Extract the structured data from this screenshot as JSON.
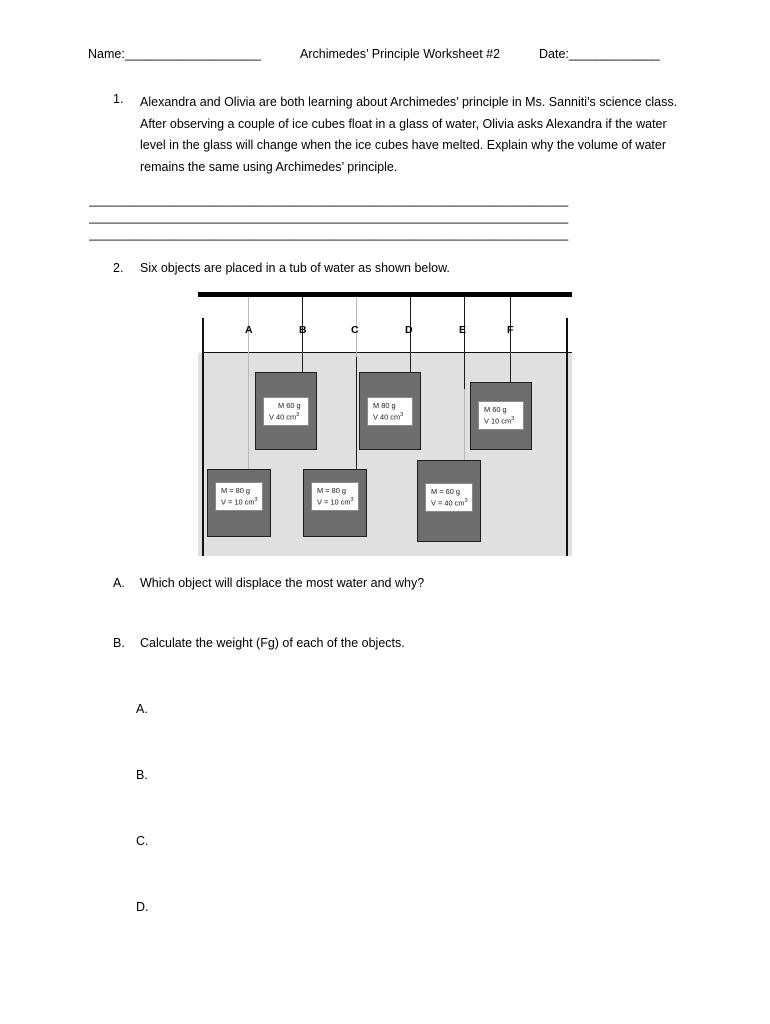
{
  "header": {
    "name_label": "Name:",
    "name_rule": "_____________________",
    "title": "Archimedes’ Principle Worksheet #2",
    "date_label": "Date:",
    "date_rule": "______________"
  },
  "question1": {
    "number": "1.",
    "text": "Alexandra and Olivia are both learning about Archimedes’ principle in Ms. Sanniti’s science class. After observing a couple of ice cubes float in a glass of water, Olivia asks Alexandra if the water level in the glass will change when the ice cubes have melted. Explain why the volume of water remains the same using Archimedes’ principle."
  },
  "answer_lines": [
    "________________________________________________________________________",
    "________________________________________________________________________",
    "________________________________________________________________________"
  ],
  "question2": {
    "number": "2.",
    "text": "Six objects are placed in a tub of water as shown below."
  },
  "diagram": {
    "letters": [
      "A",
      "B",
      "C",
      "D",
      "E",
      "F"
    ],
    "mass_symbol": "M",
    "volume_symbol": "V",
    "objects": [
      {
        "letter": "A",
        "mass": "M = 80 g",
        "volume_pre": "V = 10 cm",
        "volume_exp": "3",
        "row": "bottom"
      },
      {
        "letter": "B",
        "mass": "M  60 g",
        "volume_pre": "V  40 cm",
        "volume_exp": "3",
        "row": "top"
      },
      {
        "letter": "C",
        "mass": "M = 80 g",
        "volume_pre": "V = 10 cm",
        "volume_exp": "3",
        "row": "bottom"
      },
      {
        "letter": "D",
        "mass": "M  80 g",
        "volume_pre": "V  40 cm",
        "volume_exp": "3",
        "row": "top"
      },
      {
        "letter": "E",
        "mass": "M = 60 g",
        "volume_pre": "V = 40 cm",
        "volume_exp": "3",
        "row": "bottom"
      },
      {
        "letter": "F",
        "mass": "M  60 g",
        "volume_pre": "V  10 cm",
        "volume_exp": "3",
        "row": "top"
      }
    ]
  },
  "subquestions": [
    {
      "label": "A.",
      "text": "Which object will displace the most water and why?"
    },
    {
      "label": "B.",
      "text": "Calculate the weight (Fg) of each of the objects."
    }
  ],
  "subitems": [
    {
      "label": "A."
    },
    {
      "label": "B."
    },
    {
      "label": "C."
    },
    {
      "label": "D."
    }
  ]
}
